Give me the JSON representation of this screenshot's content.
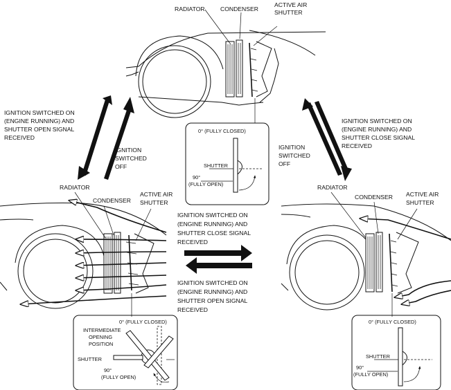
{
  "labels": {
    "radiator": "RADIATOR",
    "condenser": "CONDENSER",
    "active_air_shutter_1": "ACTIVE AIR",
    "active_air_shutter_2": "SHUTTER",
    "shutter": "SHUTTER",
    "fully_closed": "0° (FULLY CLOSED)",
    "deg90": "90°",
    "fully_open": "(FULLY OPEN)",
    "intermediate_1": "INTERMEDIATE",
    "intermediate_2": "OPENING",
    "intermediate_3": "POSITION"
  },
  "transitions": {
    "top_left": [
      "IGNITION SWITCHED ON",
      "(ENGINE RUNNING) AND",
      "SHUTTER OPEN SIGNAL",
      "RECEIVED"
    ],
    "ignition_off_left": [
      "IGNITION",
      "SWITCHED",
      "OFF"
    ],
    "ignition_off_right": [
      "IGNITION",
      "SWITCHED",
      "OFF"
    ],
    "top_right": [
      "IGNITION SWITCHED ON",
      "(ENGINE RUNNING) AND",
      "SHUTTER CLOSE SIGNAL",
      "RECEIVED"
    ],
    "middle_close": [
      "IGNITION SWITCHED ON",
      "(ENGINE RUNNING) AND",
      "SHUTTER CLOSE SIGNAL",
      "RECEIVED"
    ],
    "middle_open": [
      "IGNITION SWITCHED ON",
      "(ENGINE RUNNING) AND",
      "SHUTTER OPEN SIGNAL",
      "RECEIVED"
    ]
  }
}
